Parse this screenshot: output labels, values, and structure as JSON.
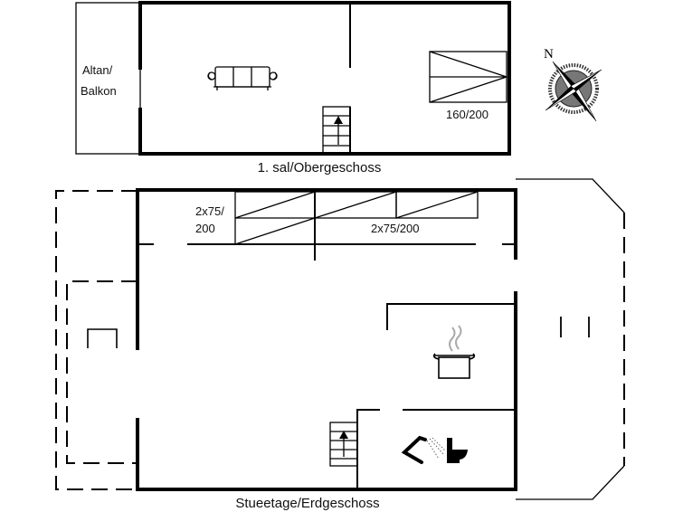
{
  "upper_floor": {
    "title": "1. sal/Obergeschoss",
    "balcony_label_line1": "Altan/",
    "balcony_label_line2": "Balkon",
    "bed_label": "160/200"
  },
  "ground_floor": {
    "title": "Stueetage/Erdgeschoss",
    "bed_label_left_line1": "2x75/",
    "bed_label_left_line2": "200",
    "bed_label_right": "2x75/200"
  },
  "compass": {
    "north_label": "N"
  }
}
